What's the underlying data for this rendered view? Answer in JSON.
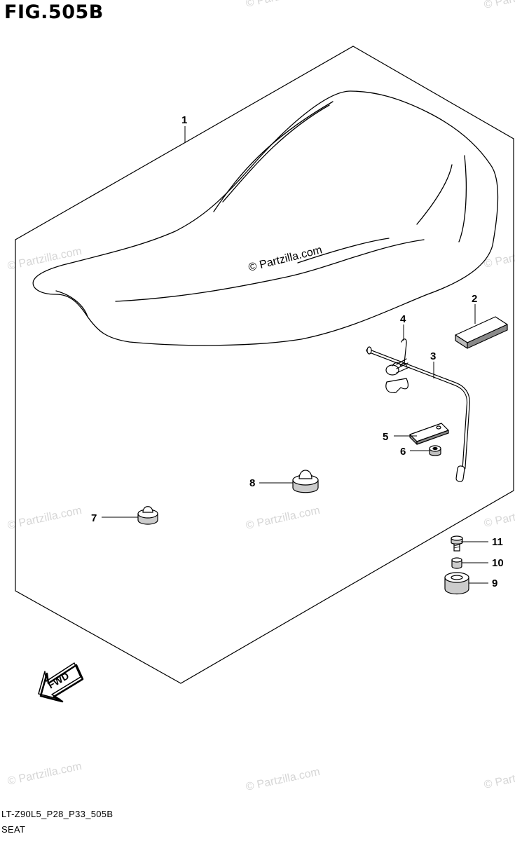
{
  "title": "FIG.505B",
  "watermark": "© Partzilla.com",
  "fwd_label": "FWD",
  "parts": [
    {
      "num": "1"
    },
    {
      "num": "2"
    },
    {
      "num": "3"
    },
    {
      "num": "4"
    },
    {
      "num": "5"
    },
    {
      "num": "6"
    },
    {
      "num": "7"
    },
    {
      "num": "8"
    },
    {
      "num": "9"
    },
    {
      "num": "10"
    },
    {
      "num": "11"
    }
  ],
  "footer": {
    "code": "LT-Z90L5_P28_P33_505B",
    "name": "SEAT"
  }
}
